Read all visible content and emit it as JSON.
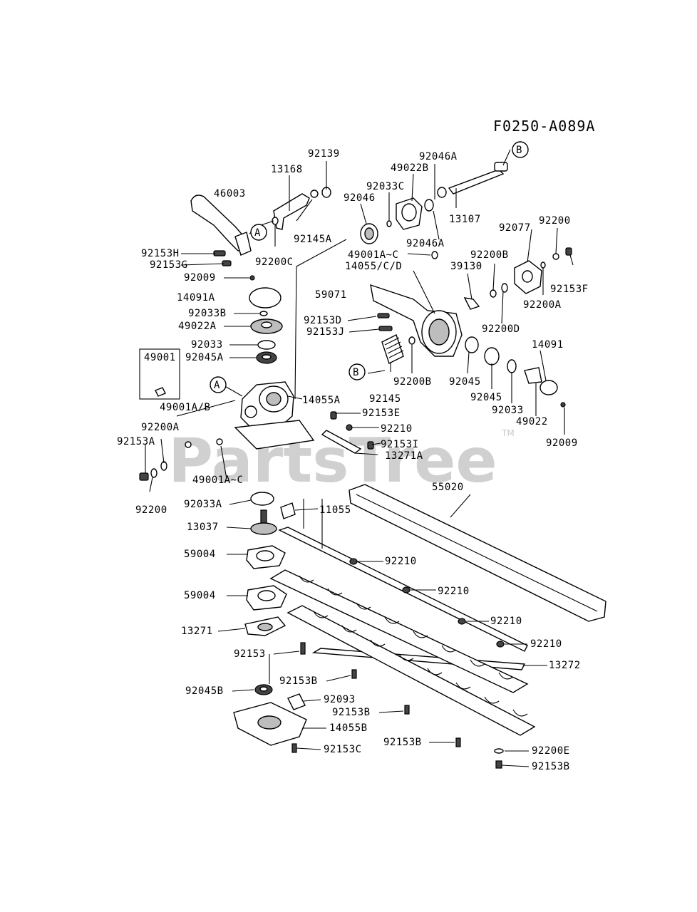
{
  "diagram_code": "F0250-A089A",
  "watermark": "PartsTree",
  "trademark": "TM",
  "callouts": [
    {
      "id": "A_top",
      "text": "A"
    },
    {
      "id": "A_left",
      "text": "A"
    },
    {
      "id": "B_top",
      "text": "B"
    },
    {
      "id": "B_mid",
      "text": "B"
    }
  ],
  "labels": [
    "92139",
    "13168",
    "46003",
    "92145A",
    "92200C",
    "92153H",
    "92153G",
    "92046A",
    "49022B",
    "92033C",
    "92046",
    "13107",
    "92046A",
    "49001A~C",
    "14055/C/D",
    "92077",
    "92200",
    "92200B",
    "39130",
    "92153F",
    "92200A",
    "92009",
    "14091A",
    "92033B",
    "49022A",
    "92033",
    "92045A",
    "59071",
    "92153D",
    "92153J",
    "92200D",
    "49001",
    "49001A/B",
    "14055A",
    "92145",
    "92200B",
    "92045",
    "92045",
    "14091",
    "92033",
    "49022",
    "92009",
    "92153E",
    "92210",
    "92153I",
    "13271A",
    "92200A",
    "92153A",
    "49001A~C",
    "92200",
    "55020",
    "92033A",
    "11055",
    "13037",
    "59004",
    "92210",
    "92210",
    "59004",
    "92210",
    "13271",
    "92210",
    "92153",
    "13272",
    "92153B",
    "92045B",
    "92093",
    "92153B",
    "14055B",
    "92153B",
    "92153C",
    "92200E",
    "92153B"
  ]
}
